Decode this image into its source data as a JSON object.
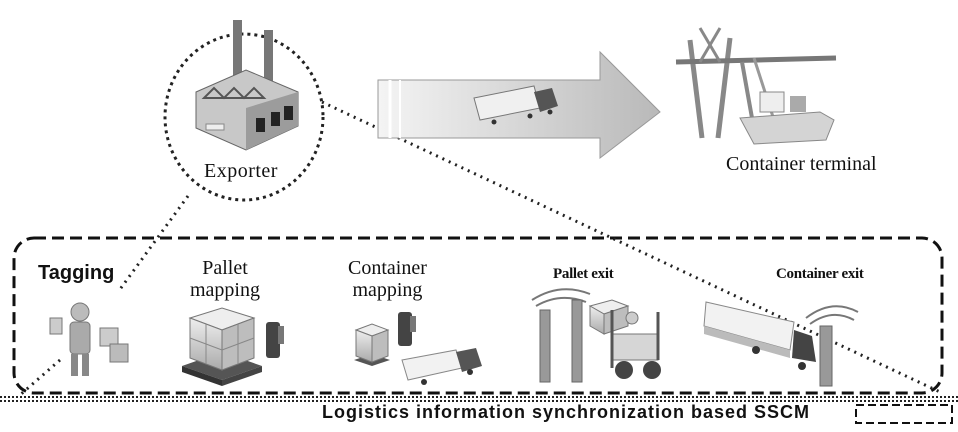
{
  "labels": {
    "exporter": "Exporter",
    "container_terminal": "Container terminal",
    "tagging": "Tagging",
    "pallet_mapping_line1": "Pallet",
    "pallet_mapping_line2": "mapping",
    "container_mapping_line1": "Container",
    "container_mapping_line2": "mapping",
    "pallet_exit": "Pallet exit",
    "container_exit": "Container exit",
    "footer": "Logistics information synchronization based SSCM"
  },
  "icons": [
    "factory-icon",
    "truck-icon",
    "arrow-icon",
    "crane-ship-icon",
    "worker-tagging-icon",
    "pallet-icon",
    "rfid-reader-icon",
    "rfid-gate-icon",
    "forklift-icon"
  ],
  "colors": {
    "ink": "#111111",
    "gray": "#9a9a9a",
    "light": "#dcdcdc"
  }
}
